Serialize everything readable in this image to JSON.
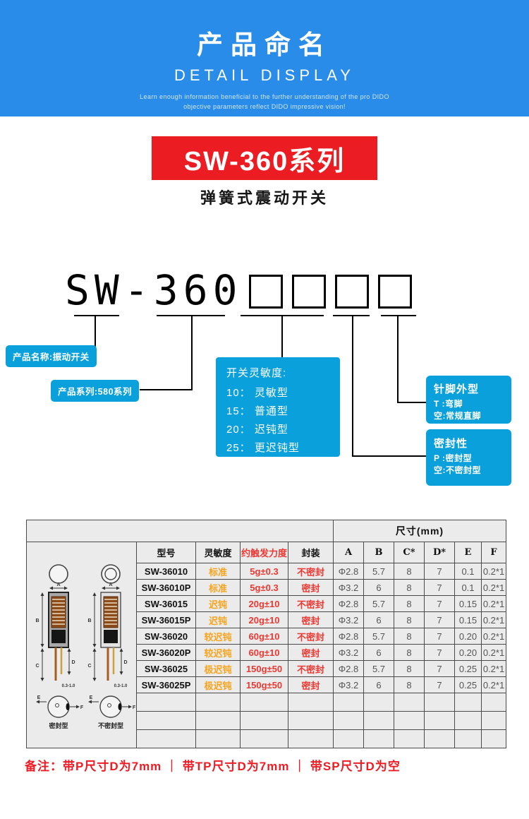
{
  "colors": {
    "header_bg": "#2a8ce9",
    "banner_bg": "#ec1c23",
    "callout_bg": "#0aa0dc",
    "note_red": "#ed1c24",
    "table_orange": "#f7a41d",
    "table_red": "#ec3832"
  },
  "header": {
    "title": "产品命名",
    "subtitle": "DETAIL DISPLAY",
    "tagline1": "Learn enough information beneficial to the further understanding of the pro DIDO",
    "tagline2": "objective parameters reflect DIDO impressive vision!"
  },
  "series": {
    "banner": "SW-360系列",
    "subtitle": "弹簧式震动开关"
  },
  "naming": {
    "prefix": "SW-360",
    "callouts": {
      "product_name": {
        "text": "产品名称:振动开关"
      },
      "product_series": {
        "text": "产品系列:580系列"
      },
      "sensitivity": {
        "title": "开关灵敏度:",
        "options": [
          "10： 灵敏型",
          "15： 普通型",
          "20： 迟钝型",
          "25： 更迟钝型"
        ]
      },
      "pin_type": {
        "title": "针脚外型",
        "lines": [
          "T :弯脚",
          "空:常规直脚"
        ]
      },
      "sealing": {
        "title": "密封性",
        "lines": [
          "P :密封型",
          "空:不密封型"
        ]
      }
    }
  },
  "table": {
    "dim_header": "尺寸(mm)",
    "columns": [
      "型号",
      "灵敏度",
      "约触发力度",
      "封装",
      "A",
      "B",
      "C*",
      "D*",
      "E",
      "F"
    ],
    "rows": [
      [
        "SW-36010",
        "标准",
        "5g±0.3",
        "不密封",
        "Φ2.8",
        "5.7",
        "8",
        "7",
        "0.1",
        "0.2*1"
      ],
      [
        "SW-36010P",
        "标准",
        "5g±0.3",
        "密封",
        "Φ3.2",
        "6",
        "8",
        "7",
        "0.1",
        "0.2*1"
      ],
      [
        "SW-36015",
        "迟钝",
        "20g±10",
        "不密封",
        "Φ2.8",
        "5.7",
        "8",
        "7",
        "0.15",
        "0.2*1"
      ],
      [
        "SW-36015P",
        "迟钝",
        "20g±10",
        "密封",
        "Φ3.2",
        "6",
        "8",
        "7",
        "0.15",
        "0.2*1"
      ],
      [
        "SW-36020",
        "较迟钝",
        "60g±10",
        "不密封",
        "Φ2.8",
        "5.7",
        "8",
        "7",
        "0.20",
        "0.2*1"
      ],
      [
        "SW-36020P",
        "较迟钝",
        "60g±10",
        "密封",
        "Φ3.2",
        "6",
        "8",
        "7",
        "0.20",
        "0.2*1"
      ],
      [
        "SW-36025",
        "极迟钝",
        "150g±50",
        "不密封",
        "Φ2.8",
        "5.7",
        "8",
        "7",
        "0.25",
        "0.2*1"
      ],
      [
        "SW-36025P",
        "极迟钝",
        "150g±50",
        "密封",
        "Φ3.2",
        "6",
        "8",
        "7",
        "0.25",
        "0.2*1"
      ]
    ],
    "empty_row_count": 3,
    "diagram_labels": {
      "sealed": "密封型",
      "unsealed": "不密封型",
      "dims": [
        "A",
        "B",
        "C",
        "D",
        "E",
        "F"
      ],
      "gap": "0.3-1.0"
    }
  },
  "note": {
    "text": "备注：带P尺寸D为7mm ｜ 带TP尺寸D为7mm ｜ 带SP尺寸D为空"
  }
}
